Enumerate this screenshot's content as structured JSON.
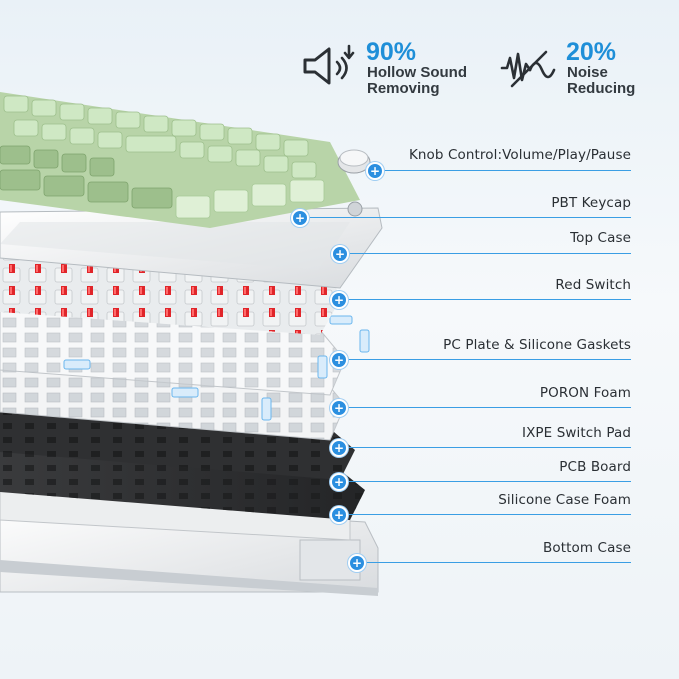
{
  "features": [
    {
      "icon": "speaker-hollow-sound-icon",
      "value": "90%",
      "line1": "Hollow Sound",
      "line2": "Removing"
    },
    {
      "icon": "noise-wave-icon",
      "value": "20%",
      "line1": "Noise",
      "line2": "Reducing"
    }
  ],
  "layers": [
    {
      "name": "layer-knob-control",
      "label": "Knob Control:Volume/Play/Pause"
    },
    {
      "name": "layer-pbt-keycap",
      "label": "PBT Keycap"
    },
    {
      "name": "layer-top-case",
      "label": "Top Case"
    },
    {
      "name": "layer-red-switch",
      "label": "Red Switch"
    },
    {
      "name": "layer-pc-plate-gaskets",
      "label": "PC Plate & Silicone Gaskets"
    },
    {
      "name": "layer-poron-foam",
      "label": "PORON Foam"
    },
    {
      "name": "layer-ixpe-switch-pad",
      "label": "IXPE Switch Pad"
    },
    {
      "name": "layer-pcb-board",
      "label": "PCB Board"
    },
    {
      "name": "layer-silicone-case-foam",
      "label": "Silicone Case Foam"
    },
    {
      "name": "layer-bottom-case",
      "label": "Bottom Case"
    }
  ],
  "colors": {
    "accent": "#1f8fd8",
    "keycap_green_dark": "#9dbf8c",
    "keycap_green_light": "#cfe8c4",
    "switch_red": "#e0252a",
    "pcb_black": "#2e2f31",
    "case_white": "#f4f5f6"
  }
}
